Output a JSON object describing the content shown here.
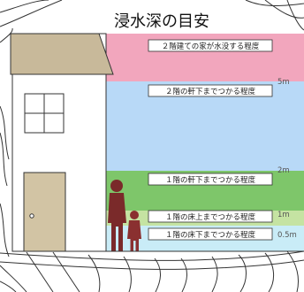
{
  "title": "浸水深の目安",
  "bands": [
    {
      "label": "２階建ての家が水没する程度",
      "color": "#f2a6bd"
    },
    {
      "label": "２階の軒下までつかる程度",
      "color": "#b8d9f7"
    },
    {
      "label": "１階の軒下までつかる程度",
      "color": "#7ec66a"
    },
    {
      "label": "１階の床上までつかる程度",
      "color": "#c5e3a2"
    },
    {
      "label": "１階の床下までつかる程度",
      "color": "#c9ecf7"
    }
  ],
  "levels": [
    "5m",
    "2m",
    "1m",
    "0.5m"
  ],
  "colors": {
    "roof": "#c8b99a",
    "wall": "#ffffff",
    "door": "#d2c4a4",
    "adult": "#7a2a2a",
    "child": "#8a3030",
    "contour": "#333333"
  }
}
